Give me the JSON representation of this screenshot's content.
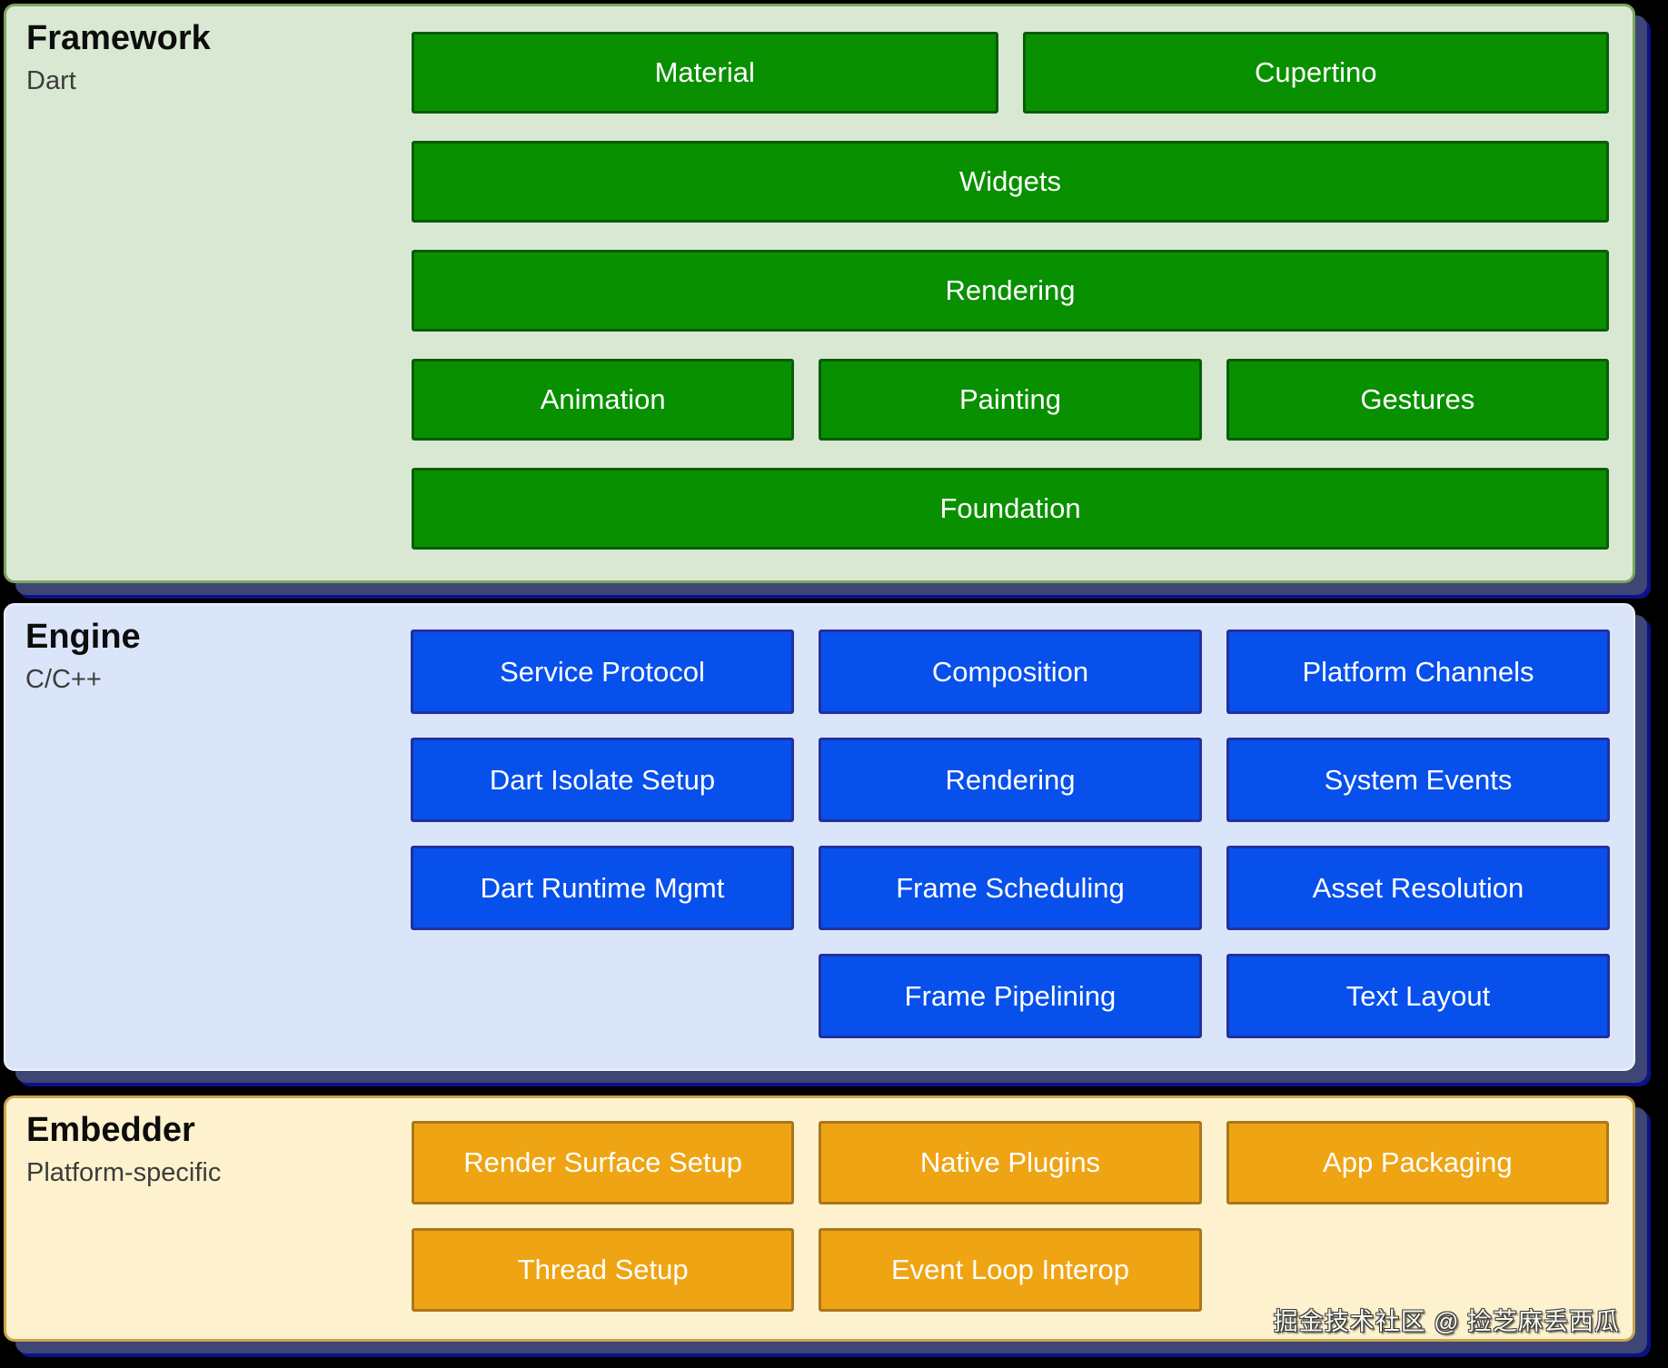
{
  "page": {
    "background": "#000000"
  },
  "watermark": {
    "text": "掘金技术社区 @ 捡芝麻丢西瓜"
  },
  "layers": [
    {
      "title": "Framework",
      "subtitle": "Dart",
      "colors": {
        "panel_bg": "#d9e8d2",
        "panel_border": "#7ca55e",
        "box_bg": "#089000",
        "box_border": "#0b5b0b",
        "box_text": "#ffffff"
      },
      "rows": [
        {
          "cells": [
            {
              "label": "Material",
              "span": "half"
            },
            {
              "label": "Cupertino",
              "span": "half"
            }
          ]
        },
        {
          "cells": [
            {
              "label": "Widgets",
              "span": "full"
            }
          ]
        },
        {
          "cells": [
            {
              "label": "Rendering",
              "span": "full"
            }
          ]
        },
        {
          "cells": [
            {
              "label": "Animation",
              "span": "third"
            },
            {
              "label": "Painting",
              "span": "third"
            },
            {
              "label": "Gestures",
              "span": "third"
            }
          ]
        },
        {
          "cells": [
            {
              "label": "Foundation",
              "span": "full"
            }
          ]
        }
      ]
    },
    {
      "title": "Engine",
      "subtitle": "C/C++",
      "colors": {
        "panel_bg": "#dbe5f9",
        "panel_border": "#eef2fd",
        "box_bg": "#0750ec",
        "box_border": "#22309e",
        "box_text": "#ffffff"
      },
      "rows": [
        {
          "cells": [
            {
              "label": "Service Protocol",
              "span": "third"
            },
            {
              "label": "Composition",
              "span": "third"
            },
            {
              "label": "Platform Channels",
              "span": "third"
            }
          ]
        },
        {
          "cells": [
            {
              "label": "Dart Isolate Setup",
              "span": "third"
            },
            {
              "label": "Rendering",
              "span": "third"
            },
            {
              "label": "System Events",
              "span": "third"
            }
          ]
        },
        {
          "cells": [
            {
              "label": "Dart Runtime Mgmt",
              "span": "third"
            },
            {
              "label": "Frame Scheduling",
              "span": "third"
            },
            {
              "label": "Asset Resolution",
              "span": "third"
            }
          ]
        },
        {
          "cells": [
            {
              "label": null,
              "span": "third"
            },
            {
              "label": "Frame Pipelining",
              "span": "third"
            },
            {
              "label": "Text Layout",
              "span": "third"
            }
          ]
        }
      ]
    },
    {
      "title": "Embedder",
      "subtitle": "Platform-specific",
      "colors": {
        "panel_bg": "#fdf2cd",
        "panel_border": "#c8a44d",
        "box_bg": "#efa414",
        "box_border": "#aa771b",
        "box_text": "#ffffff"
      },
      "rows": [
        {
          "cells": [
            {
              "label": "Render Surface Setup",
              "span": "third"
            },
            {
              "label": "Native Plugins",
              "span": "third"
            },
            {
              "label": "App Packaging",
              "span": "third"
            }
          ]
        },
        {
          "cells": [
            {
              "label": "Thread Setup",
              "span": "third"
            },
            {
              "label": "Event Loop Interop",
              "span": "third"
            },
            {
              "label": null,
              "span": "third"
            }
          ]
        }
      ]
    }
  ]
}
